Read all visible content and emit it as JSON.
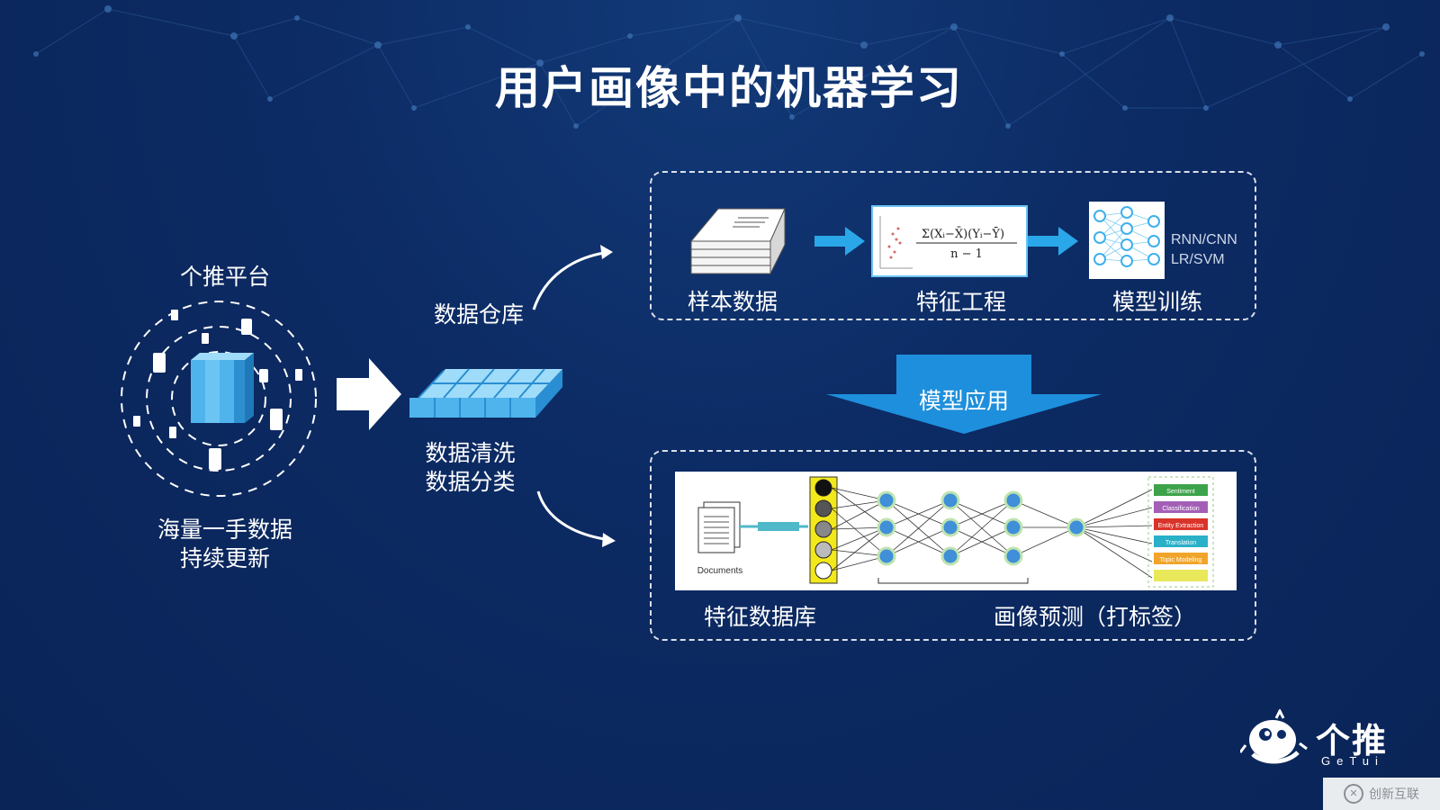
{
  "title": "用户画像中的机器学习",
  "platform": {
    "title": "个推平台",
    "caption_line1": "海量一手数据",
    "caption_line2": "持续更新"
  },
  "warehouse": {
    "label": "数据仓库",
    "caption_line1": "数据清洗",
    "caption_line2": "数据分类"
  },
  "training_box": {
    "step1": "样本数据",
    "step2": "特征工程",
    "step3": "模型训练",
    "models_line1": "RNN/CNN",
    "models_line2": "LR/SVM"
  },
  "apply_arrow": {
    "label": "模型应用"
  },
  "prediction_box": {
    "left_label": "特征数据库",
    "right_label": "画像预测（打标签）",
    "documents_label": "Documents",
    "outputs": [
      "Sentiment",
      "Classification",
      "Entity Extraction",
      "Translation",
      "Topic Modeling"
    ]
  },
  "colors": {
    "background": "#0c2a63",
    "accent_blue": "#2aa7e8",
    "arrow_blue": "#1e8fdc"
  },
  "logo": {
    "text": "个推",
    "subtext": "GeTui"
  },
  "watermark": {
    "text": "创新互联"
  }
}
